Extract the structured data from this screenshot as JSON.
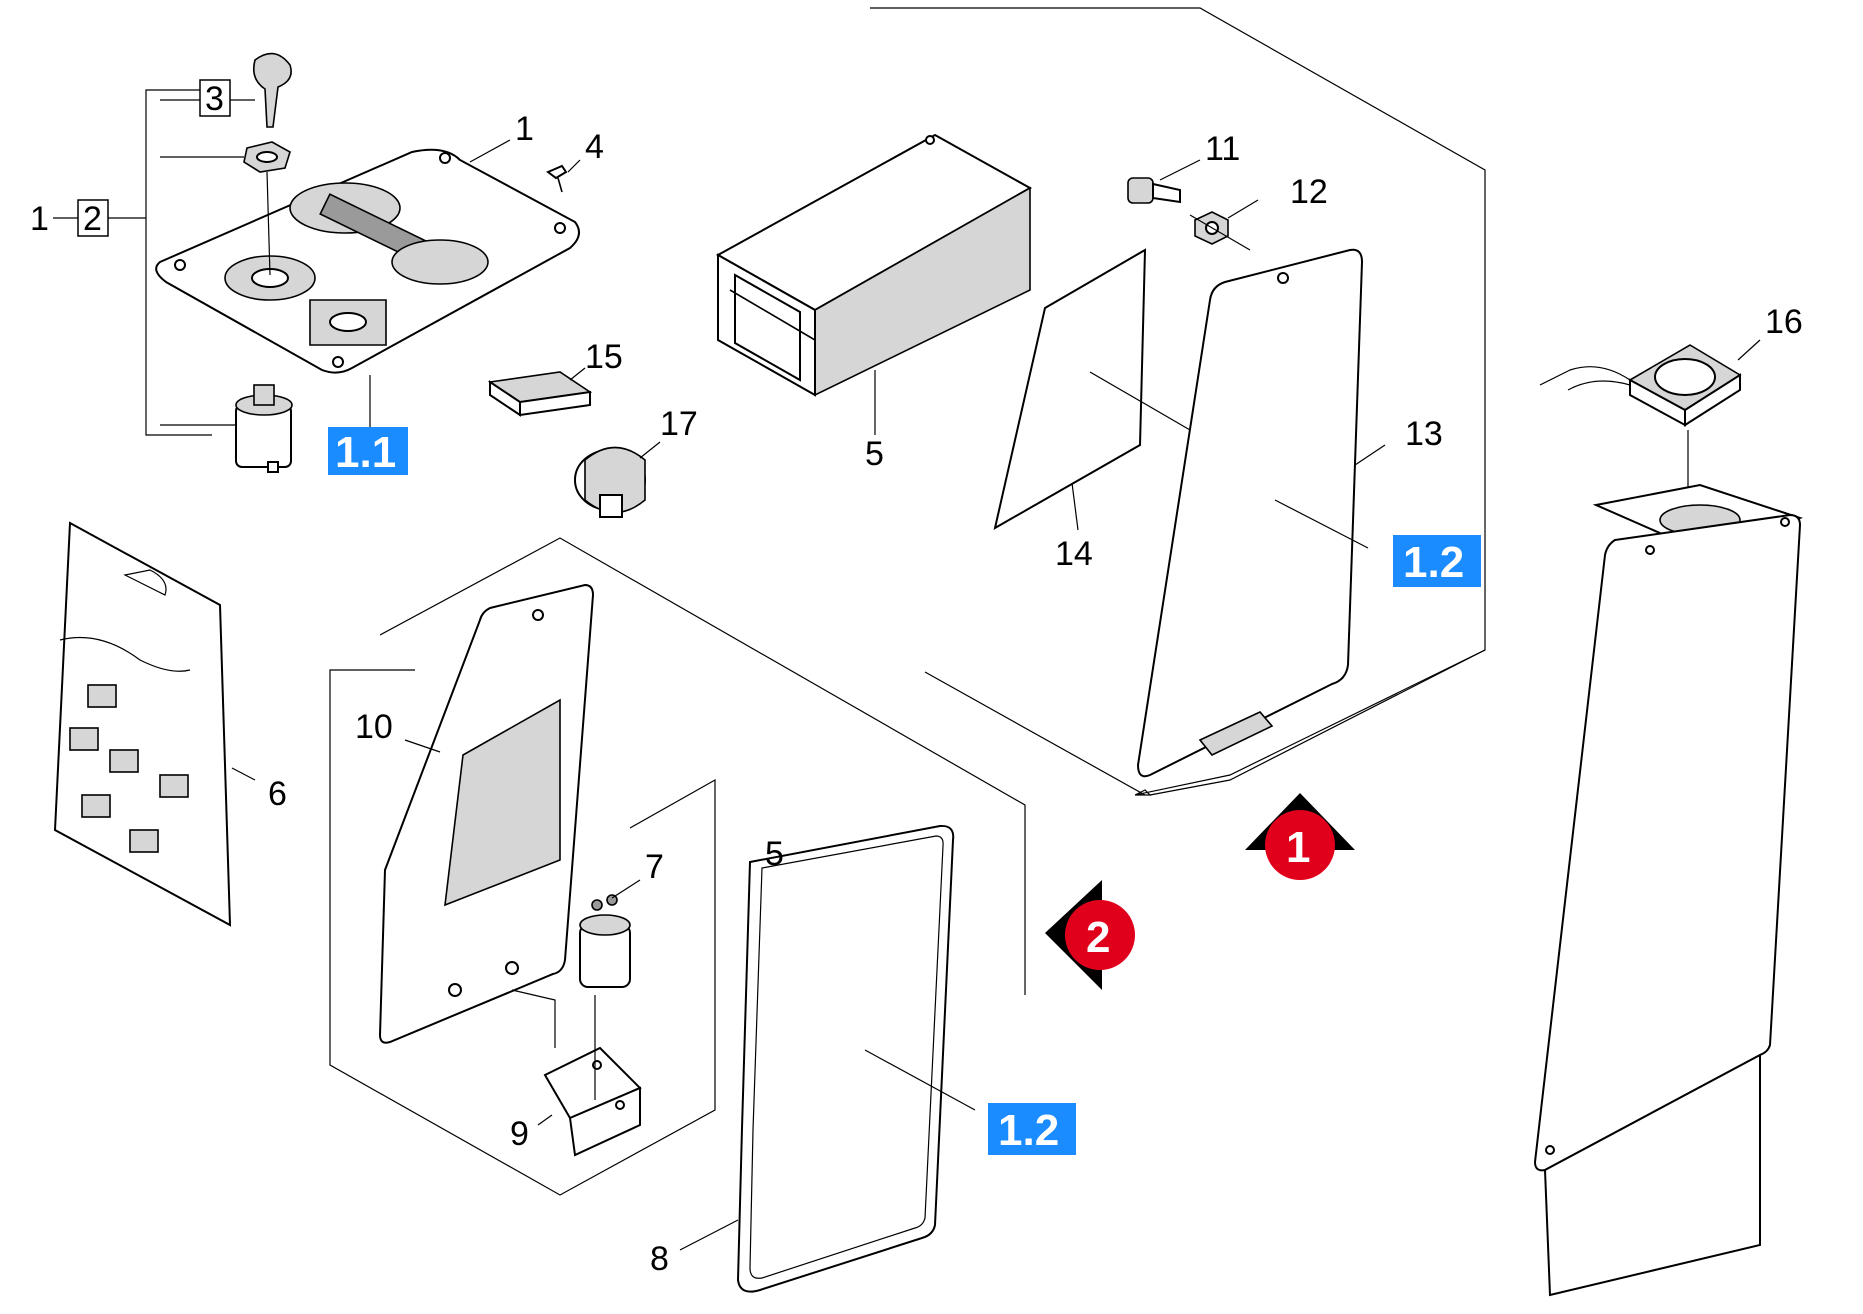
{
  "diagram": {
    "part_labels": {
      "p1_top": "1",
      "p1_left": "1",
      "p2": "2",
      "p3": "3",
      "p4": "4",
      "p5_top": "5",
      "p5_mid": "5",
      "p6": "6",
      "p7": "7",
      "p8": "8",
      "p9": "9",
      "p10": "10",
      "p11": "11",
      "p12": "12",
      "p13": "13",
      "p14": "14",
      "p15": "15",
      "p16": "16",
      "p17": "17"
    },
    "reference_tags": {
      "ref_1_1": "1.1",
      "ref_1_2_top": "1.2",
      "ref_1_2_bottom": "1.2"
    },
    "view_markers": {
      "marker_1": "1",
      "marker_2": "2"
    },
    "colors": {
      "tag_blue": "#1a8cff",
      "marker_red": "#e0001b",
      "line": "#000000"
    }
  }
}
